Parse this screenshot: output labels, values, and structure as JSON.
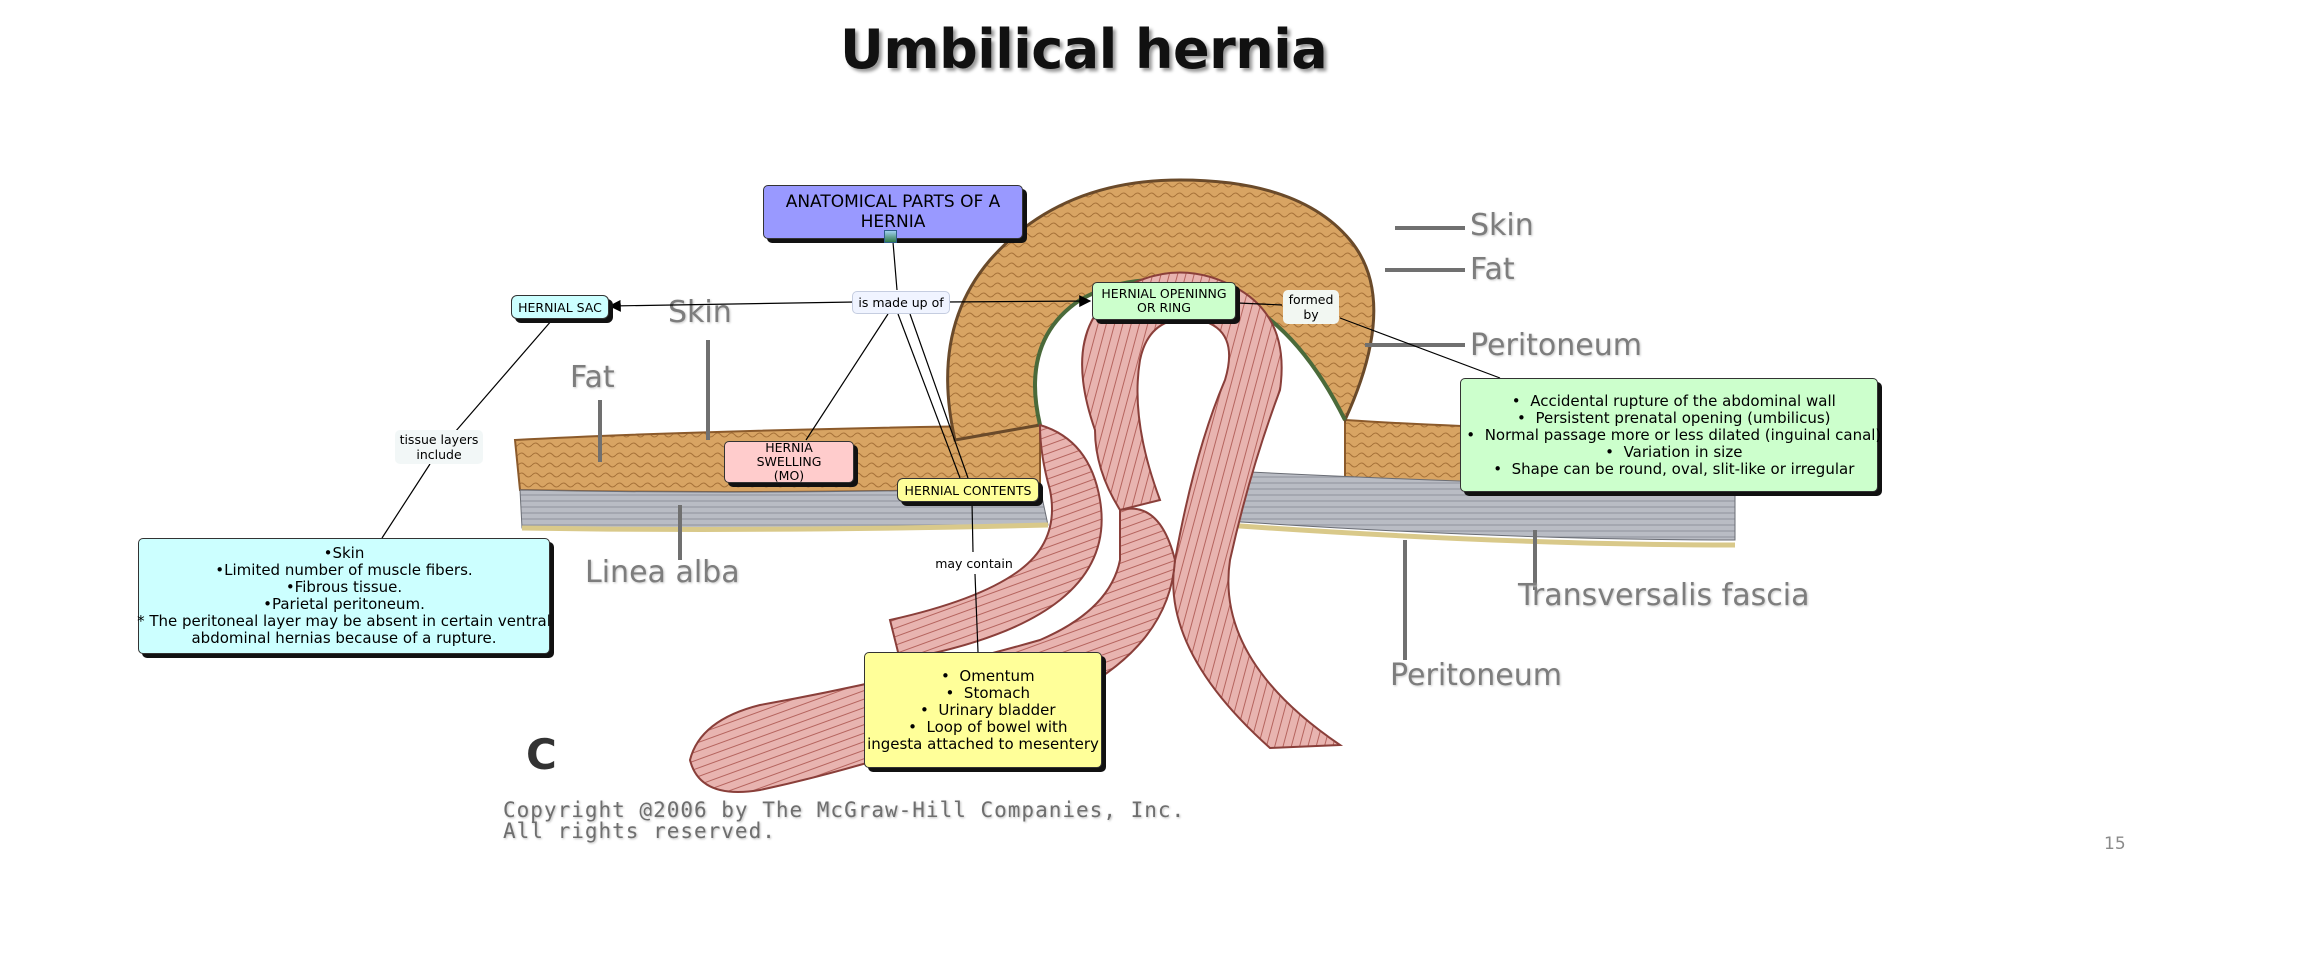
{
  "title": "Umbilical hernia",
  "art_labels": {
    "skin_right": "Skin",
    "fat_right": "Fat",
    "peritoneum_right": "Peritoneum",
    "skin_left": "Skin",
    "fat_left": "Fat",
    "linea_alba": "Linea alba",
    "transversalis_fascia": "Transversalis fascia",
    "peritoneum_bottom": "Peritoneum",
    "panel_letter": "C"
  },
  "copyright": {
    "line1": "Copyright @2006 by The McGraw-Hill Companies, Inc.",
    "line2": "All rights reserved."
  },
  "page_number": "15",
  "concept_map": {
    "root": {
      "line1": "ANATOMICAL PARTS  OF A",
      "line2": "HERNIA",
      "color": "#9999ff"
    },
    "link_made_up_of": "is made up of",
    "hernial_sac": {
      "label": "HERNIAL SAC",
      "color": "#ccffff"
    },
    "hernial_opening": {
      "line1": "HERNIAL OPENINNG",
      "line2": "OR RING",
      "color": "#ccffcc"
    },
    "hernia_swelling": {
      "line1": "HERNIA SWELLING",
      "line2": "(MO)",
      "color": "#ffcccc"
    },
    "hernial_contents": {
      "label": "HERNIAL CONTENTS",
      "color": "#ffff99"
    },
    "link_tissue_layers": {
      "line1": "tissue layers",
      "line2": "include"
    },
    "link_formed_by": {
      "line1": "formed",
      "line2": "by"
    },
    "link_may_contain": "may contain",
    "sac_layers": {
      "color": "#ccffff",
      "lines": [
        "•Skin",
        "•Limited number of muscle fibers.",
        "•Fibrous tissue.",
        "•Parietal peritoneum.",
        "* The peritoneal layer may be absent in certain ventral",
        "abdominal hernias because of a rupture."
      ]
    },
    "opening_causes": {
      "color": "#ccffcc",
      "items": [
        "Accidental rupture of the abdominal wall",
        "Persistent prenatal opening (umbilicus)",
        "Normal passage more or less dilated (inguinal canal)",
        "Variation in size",
        "Shape can be round, oval, slit-like or irregular"
      ]
    },
    "contents_list": {
      "color": "#ffff99",
      "items": [
        "Omentum",
        "Stomach",
        "Urinary bladder",
        "Loop of bowel with",
        "ingesta attached to mesentery"
      ]
    }
  }
}
